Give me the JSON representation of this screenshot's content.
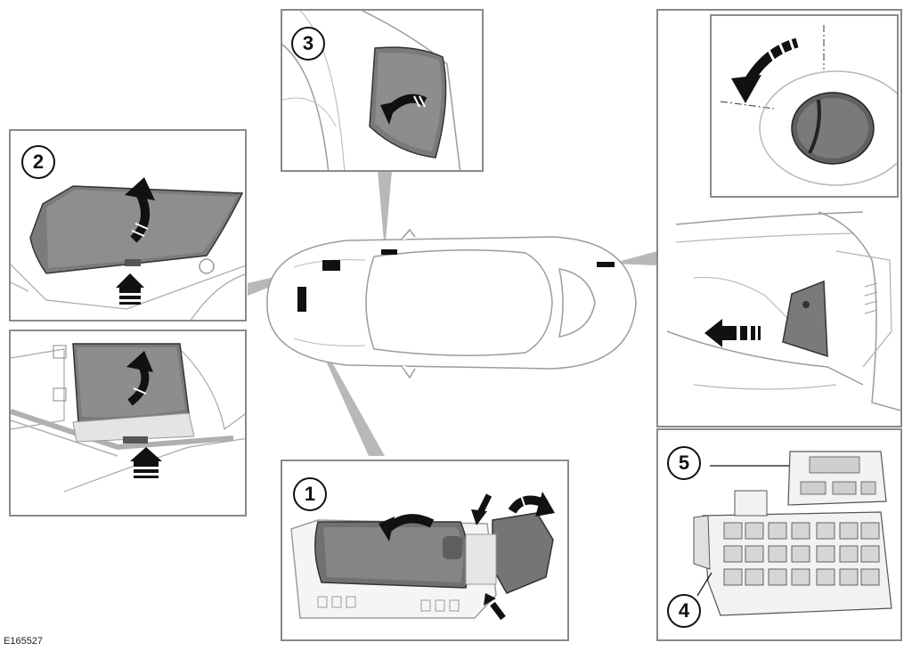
{
  "figure_ref": "E165527",
  "callouts": {
    "c1": "1",
    "c2": "2",
    "c3": "3",
    "c4": "4",
    "c5": "5"
  },
  "colors": {
    "frame": "#8a8a8a",
    "cover_dark": "#6b6b6b",
    "cover_mid": "#9a9a9a",
    "arrow": "#111111",
    "line": "#9c9c9c"
  },
  "icons": [
    "curved-arrow-icon",
    "straight-arrow-icon",
    "rotate-arrow-icon"
  ]
}
